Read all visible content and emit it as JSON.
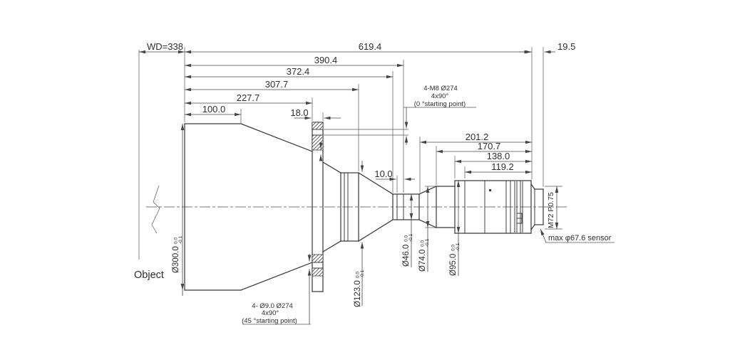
{
  "colors": {
    "background": "#ffffff",
    "line": "#3c3c3c",
    "text": "#2e2e2e"
  },
  "object_label": "Object",
  "dimensions": {
    "working_distance": "WD=338",
    "overall_length": "619.4",
    "rear_length": "19.5",
    "to_waist_mid": "390.4",
    "to_waist_front": "372.4",
    "to_mid_cylinder_end": "307.7",
    "to_flange": "227.7",
    "front_section": "100.0",
    "flange_thickness": "18.0",
    "waist_length": "10.0",
    "rear_201": "201.2",
    "rear_170": "170.7",
    "rear_138": "138.0",
    "rear_119": "119.2"
  },
  "diameters": {
    "front": {
      "value": "Ø300.0",
      "tol_upper": "0.0",
      "tol_lower": "-0.1"
    },
    "mid": {
      "value": "Ø123.0",
      "tol_upper": "0.0",
      "tol_lower": "-0.1"
    },
    "waist": {
      "value": "Ø46.0",
      "tol_upper": "0.0",
      "tol_lower": "-0.1"
    },
    "rear_small": {
      "value": "Ø74.0",
      "tol_upper": "0.0",
      "tol_lower": "-0.1"
    },
    "rear_barrel": {
      "value": "Ø95.0",
      "tol_upper": "0.0",
      "tol_lower": "-0.1"
    }
  },
  "notes": {
    "rear_flange_holes": {
      "line1": "4-M8  Ø274",
      "line2": "4x90°",
      "line3": "(0 °starting point)"
    },
    "front_flange_holes": {
      "line1": "4- Ø9.0  Ø274",
      "line2": "4x90°",
      "line3": "(45 °starting point)"
    },
    "mount_thread": "M72 P0.75",
    "sensor": "max φ67.6 sensor"
  }
}
